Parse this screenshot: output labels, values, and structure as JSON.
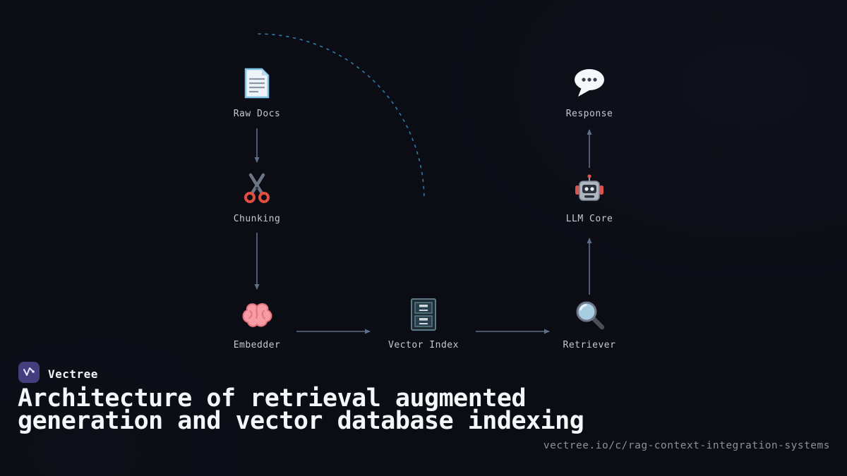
{
  "brand": {
    "name": "Vectree",
    "logo_icon": "vectree-logo"
  },
  "title": "Architecture of retrieval augmented generation and vector database indexing",
  "footer_url": "vectree.io/c/rag-context-integration-systems",
  "diagram": {
    "nodes": [
      {
        "id": "raw-docs",
        "label": "Raw Docs",
        "icon": "document-icon"
      },
      {
        "id": "chunking",
        "label": "Chunking",
        "icon": "scissors-icon"
      },
      {
        "id": "embedder",
        "label": "Embedder",
        "icon": "brain-icon"
      },
      {
        "id": "vector-index",
        "label": "Vector Index",
        "icon": "file-cabinet-icon"
      },
      {
        "id": "retriever",
        "label": "Retriever",
        "icon": "magnifier-icon"
      },
      {
        "id": "llm-core",
        "label": "LLM Core",
        "icon": "robot-icon"
      },
      {
        "id": "response",
        "label": "Response",
        "icon": "speech-bubble-icon"
      }
    ],
    "edges": [
      {
        "from": "raw-docs",
        "to": "chunking",
        "style": "solid"
      },
      {
        "from": "chunking",
        "to": "embedder",
        "style": "solid"
      },
      {
        "from": "embedder",
        "to": "vector-index",
        "style": "solid"
      },
      {
        "from": "vector-index",
        "to": "retriever",
        "style": "solid"
      },
      {
        "from": "retriever",
        "to": "llm-core",
        "style": "solid"
      },
      {
        "from": "llm-core",
        "to": "response",
        "style": "solid"
      },
      {
        "from": "raw-docs",
        "to": "vector-index",
        "style": "dashed"
      }
    ]
  },
  "colors": {
    "background": "#0b0c14",
    "arrow": "#5f6f8a",
    "dashed_edge": "#2d7ea6",
    "node_label": "#c3cad6",
    "title_text": "#f4f6fa",
    "url_text": "#8a919e",
    "logo_purple": "#3d3779"
  }
}
